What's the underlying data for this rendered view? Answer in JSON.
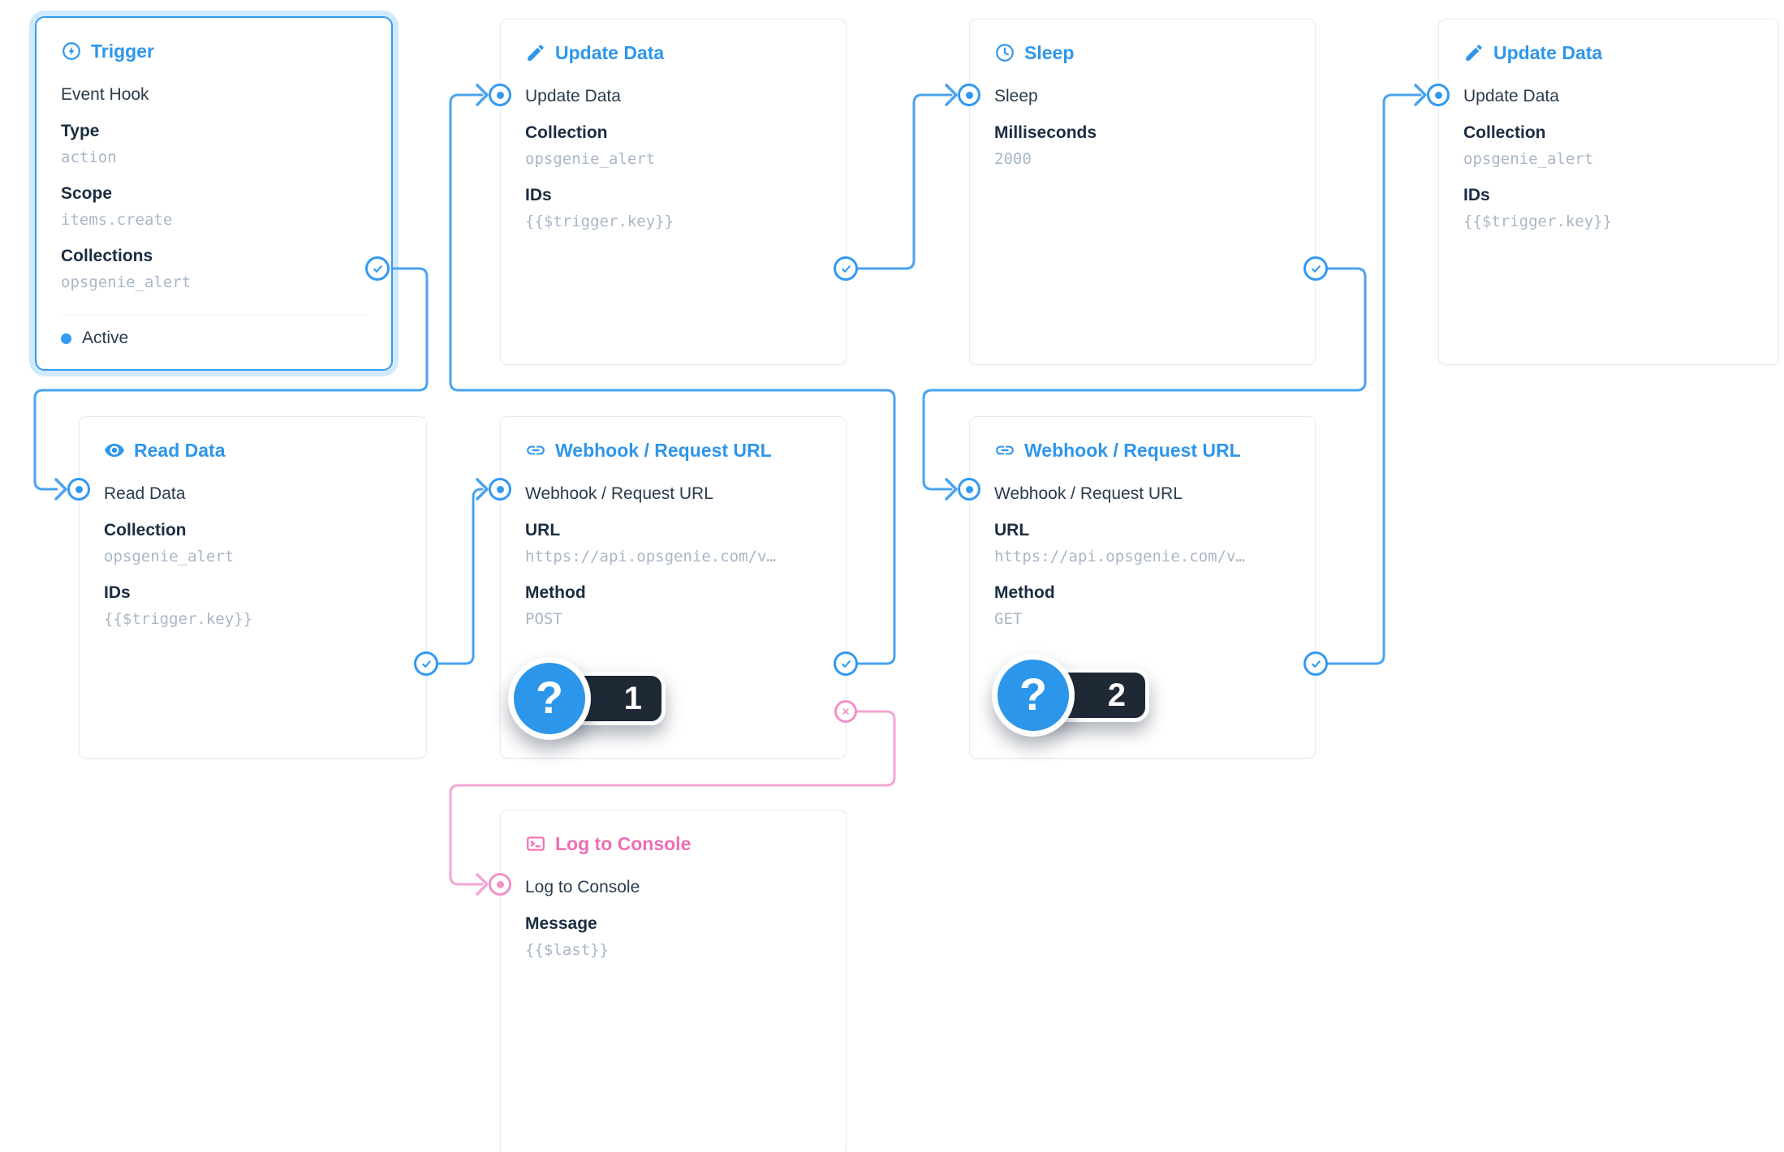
{
  "flow": {
    "colors": {
      "primary": "#3399f3",
      "wire_blue": "#4aa3f0",
      "danger": "#ee6eb3",
      "wire_pink": "#f3a6d5",
      "pill_dark": "#1f2835"
    },
    "nodes": [
      {
        "id": "trigger",
        "title": "Trigger",
        "name": "Event Hook",
        "fields": [
          {
            "label": "Type",
            "value": "action"
          },
          {
            "label": "Scope",
            "value": "items.create"
          },
          {
            "label": "Collections",
            "value": "opsgenie_alert"
          }
        ],
        "status": "Active"
      },
      {
        "id": "update-data-1",
        "title": "Update Data",
        "name": "Update Data",
        "fields": [
          {
            "label": "Collection",
            "value": "opsgenie_alert"
          },
          {
            "label": "IDs",
            "value": "{{$trigger.key}}"
          }
        ]
      },
      {
        "id": "sleep",
        "title": "Sleep",
        "name": "Sleep",
        "fields": [
          {
            "label": "Milliseconds",
            "value": "2000"
          }
        ]
      },
      {
        "id": "update-data-2",
        "title": "Update Data",
        "name": "Update Data",
        "fields": [
          {
            "label": "Collection",
            "value": "opsgenie_alert"
          },
          {
            "label": "IDs",
            "value": "{{$trigger.key}}"
          }
        ]
      },
      {
        "id": "read-data",
        "title": "Read Data",
        "name": "Read Data",
        "fields": [
          {
            "label": "Collection",
            "value": "opsgenie_alert"
          },
          {
            "label": "IDs",
            "value": "{{$trigger.key}}"
          }
        ]
      },
      {
        "id": "webhook-1",
        "title": "Webhook / Request URL",
        "name": "Webhook / Request URL",
        "fields": [
          {
            "label": "URL",
            "value": "https://api.opsgenie.com/v…"
          },
          {
            "label": "Method",
            "value": "POST"
          }
        ]
      },
      {
        "id": "webhook-2",
        "title": "Webhook / Request URL",
        "name": "Webhook / Request URL",
        "fields": [
          {
            "label": "URL",
            "value": "https://api.opsgenie.com/v…"
          },
          {
            "label": "Method",
            "value": "GET"
          }
        ]
      },
      {
        "id": "log-console",
        "title": "Log to Console",
        "name": "Log to Console",
        "fields": [
          {
            "label": "Message",
            "value": "{{$last}}"
          }
        ]
      }
    ],
    "badges": [
      {
        "number": "1"
      },
      {
        "number": "2"
      }
    ],
    "connections": [
      {
        "from": "trigger",
        "port": "resolve",
        "to": "read-data"
      },
      {
        "from": "read-data",
        "port": "resolve",
        "to": "webhook-1"
      },
      {
        "from": "webhook-1",
        "port": "resolve",
        "to": "update-data-1"
      },
      {
        "from": "update-data-1",
        "port": "resolve",
        "to": "sleep"
      },
      {
        "from": "sleep",
        "port": "resolve",
        "to": "webhook-2"
      },
      {
        "from": "webhook-2",
        "port": "resolve",
        "to": "update-data-2"
      },
      {
        "from": "webhook-1",
        "port": "reject",
        "to": "log-console"
      }
    ]
  }
}
